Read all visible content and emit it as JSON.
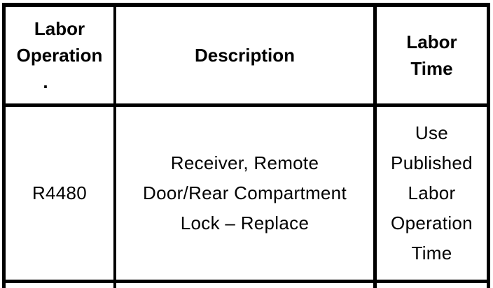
{
  "table": {
    "columns": [
      {
        "id": "labor_operation",
        "header_lines": [
          "Labor",
          "Operation",
          "."
        ]
      },
      {
        "id": "description",
        "header_lines": [
          "Description"
        ]
      },
      {
        "id": "labor_time",
        "header_lines": [
          "Labor",
          "Time"
        ]
      }
    ],
    "row": {
      "labor_operation": "R4480",
      "description_lines": [
        "Receiver, Remote",
        "Door/Rear Compartment",
        "Lock – Replace"
      ],
      "labor_time_lines": [
        "Use",
        "Published",
        "Labor",
        "Operation",
        "Time"
      ]
    },
    "colors": {
      "border": "#000000",
      "text": "#000000",
      "background": "#ffffff"
    }
  }
}
